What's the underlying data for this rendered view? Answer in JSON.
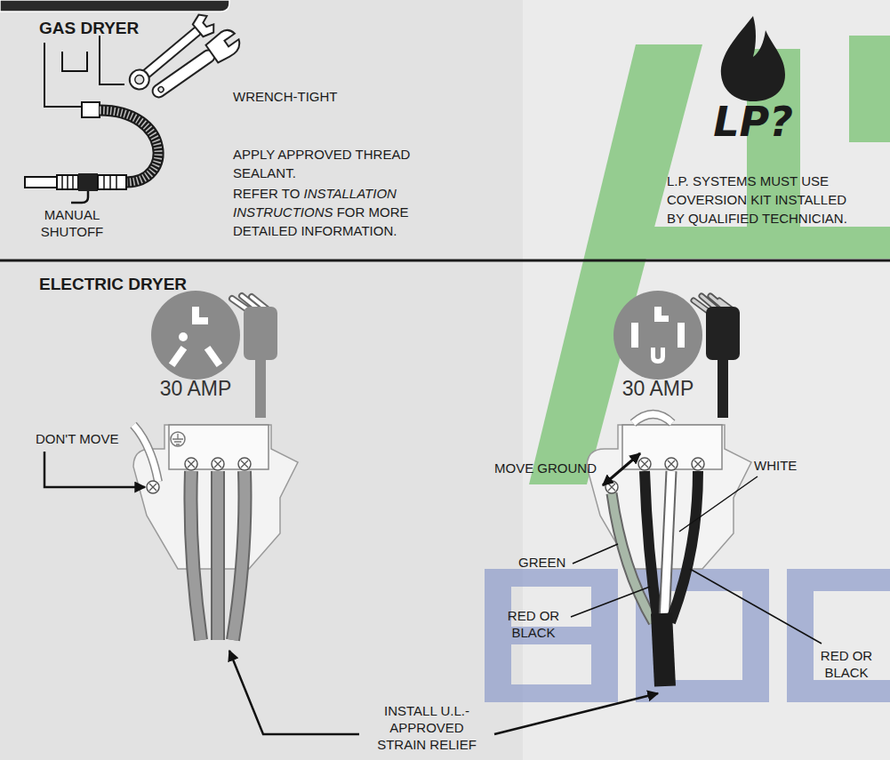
{
  "diagram": {
    "nodes": [
      {
        "text": [
          "LP?"
        ]
      },
      {
        "text": [
          "30 AMP"
        ]
      },
      {
        "text": [
          "30 AMP"
        ]
      }
    ],
    "labels": [
      "GAS DRYER",
      "WRENCH-TIGHT",
      "APPLY APPROVED THREAD SEALANT.",
      "REFER TO",
      "INSTALLATION INSTRUCTIONS",
      "FOR MORE DETAILED INFORMATION.",
      "MANUAL SHUTOFF",
      "L.P. SYSTEMS MUST USE COVERSION KIT INSTALLED BY QUALIFIED TECHNICIAN.",
      "ELECTRIC DRYER",
      "DON'T MOVE",
      "MOVE GROUND",
      "WHITE",
      "GREEN",
      "RED OR BLACK",
      "RED OR BLACK",
      "INSTALL U.L.-APPROVED STRAIN RELIEF"
    ]
  }
}
